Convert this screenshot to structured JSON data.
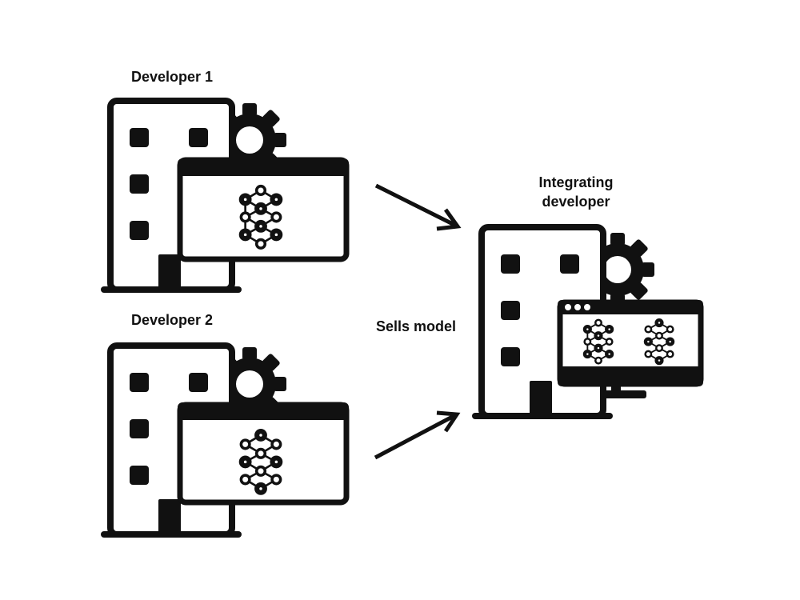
{
  "diagram": {
    "ink_color": "#111111",
    "background_color": "#ffffff",
    "nodes": [
      {
        "id": "developer-1",
        "label": "Developer 1",
        "icons": [
          "building-icon",
          "gear-icon",
          "browser-window-icon",
          "neural-network-icon"
        ]
      },
      {
        "id": "developer-2",
        "label": "Developer 2",
        "icons": [
          "building-icon",
          "gear-icon",
          "browser-window-icon",
          "neural-network-icon"
        ]
      },
      {
        "id": "integrating-developer",
        "label_line1": "Integrating",
        "label_line2": "developer",
        "icons": [
          "building-icon",
          "gear-icon",
          "monitor-icon",
          "neural-network-icon",
          "neural-network-icon"
        ]
      }
    ],
    "edges": [
      {
        "from": "developer-1",
        "to": "integrating-developer"
      },
      {
        "from": "developer-2",
        "to": "integrating-developer"
      }
    ],
    "edge_label": "Sells model"
  }
}
